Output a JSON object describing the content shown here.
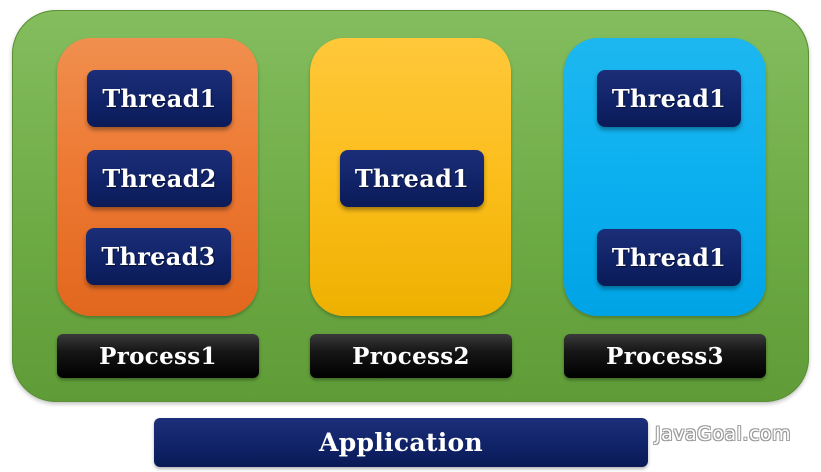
{
  "processes": [
    {
      "label": "Process1",
      "color": "#ed7a34",
      "threads": [
        {
          "label": "Thread1"
        },
        {
          "label": "Thread2"
        },
        {
          "label": "Thread3"
        }
      ]
    },
    {
      "label": "Process2",
      "color": "#fbbe1c",
      "threads": [
        {
          "label": "Thread1"
        }
      ]
    },
    {
      "label": "Process3",
      "color": "#0cb0ef",
      "threads": [
        {
          "label": "Thread1"
        },
        {
          "label": "Thread1"
        }
      ]
    }
  ],
  "application": {
    "label": "Application",
    "color": "#102266"
  },
  "container": {
    "color": "#6eab45"
  },
  "watermark": "JavaGoal.com"
}
